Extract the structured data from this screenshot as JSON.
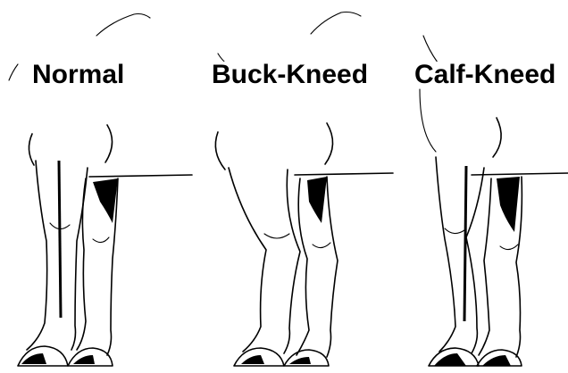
{
  "figure": {
    "panels": [
      {
        "label": "Normal"
      },
      {
        "label": "Buck-Kneed"
      },
      {
        "label": "Calf-Kneed"
      }
    ]
  }
}
